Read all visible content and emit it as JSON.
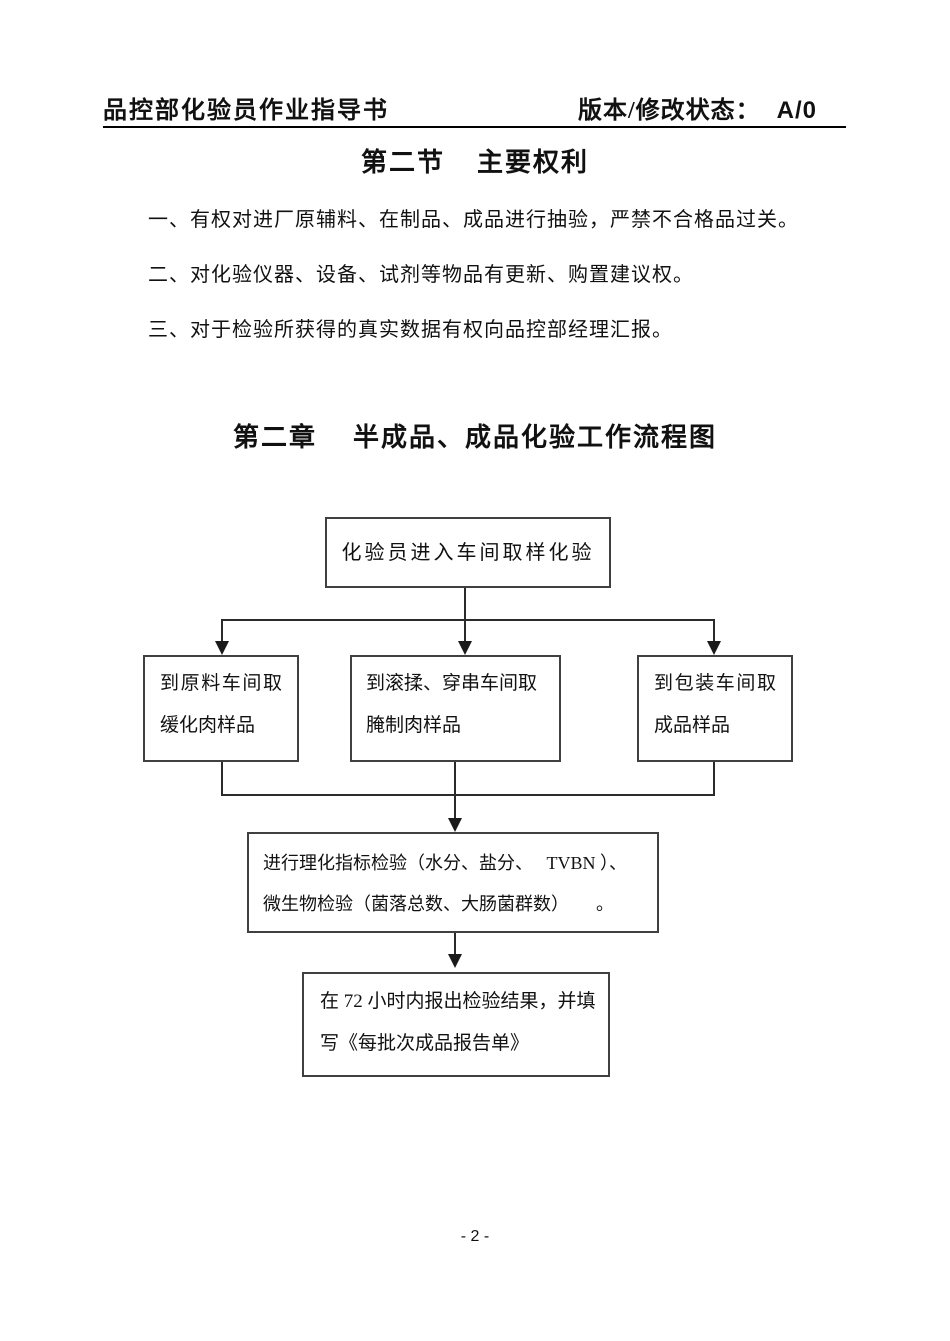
{
  "header": {
    "left_title": "品控部化验员作业指导书",
    "right_label": "版本/修改状态：",
    "right_value": "A/0"
  },
  "section": {
    "title_part1": "第二节",
    "title_part2": "主要权利",
    "items": [
      "一、有权对进厂原辅料、在制品、成品进行抽验，严禁不合格品过关。",
      "二、对化验仪器、设备、试剂等物品有更新、购置建议权。",
      "三、对于检验所获得的真实数据有权向品控部经理汇报。"
    ]
  },
  "chapter": {
    "title_part1": "第二章",
    "title_part2": "半成品、成品化验工作流程图"
  },
  "flowchart": {
    "top_box": "化验员进入车间取样化验",
    "branch_boxes": [
      {
        "line1": "到原料车间取",
        "line2": "缓化肉样品"
      },
      {
        "line1": "到滚揉、穿串车间取",
        "line2": "腌制肉样品"
      },
      {
        "line1": "到包装车间取",
        "line2": "成品样品"
      }
    ],
    "analysis_box": {
      "line1": "进行理化指标检验（水分、盐分、　 TVBN ）、",
      "line2": "微生物检验（菌落总数、大肠菌群数）　　。"
    },
    "report_box": {
      "line1": "在 72 小时内报出检验结果，并填",
      "line2": "写《每批次成品报告单》"
    }
  },
  "footer": {
    "page_number": "- 2 -"
  }
}
